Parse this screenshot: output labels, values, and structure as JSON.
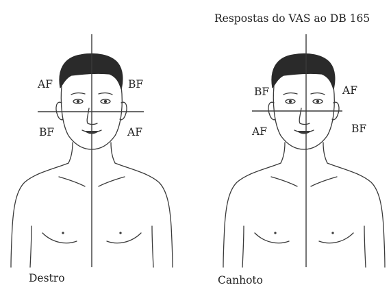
{
  "title": "Respostas do VAS ao DB 165",
  "figures": [
    {
      "caption": "Destro",
      "upper_left": "AF",
      "upper_right": "BF",
      "lower_left": "BF",
      "lower_right": "AF"
    },
    {
      "caption": "Canhoto",
      "upper_left": "BF",
      "upper_right": "AF",
      "lower_left": "AF",
      "lower_right": "BF"
    }
  ],
  "colors": {
    "line": "#3a3a3a",
    "hair": "#2a2a2a",
    "text": "#222222"
  }
}
